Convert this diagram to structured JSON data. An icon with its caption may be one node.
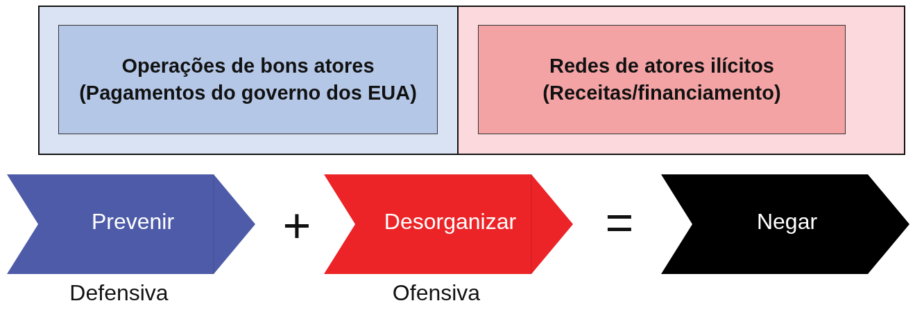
{
  "diagram": {
    "nodes": [
      {
        "text": [
          "Operações de bons atores",
          "(Pagamentos do governo dos EUA)"
        ]
      },
      {
        "text": [
          "Redes de atores ilícitos",
          "(Receitas/financiamento)"
        ]
      },
      {
        "text": [
          "Prevenir"
        ],
        "beside": [
          "Defensiva"
        ]
      },
      {
        "text": [
          "Desorganizar"
        ],
        "beside": [
          "Ofensiva"
        ]
      },
      {
        "text": [
          "Negar"
        ]
      }
    ],
    "edges": [],
    "labels": [
      "+",
      "="
    ]
  }
}
